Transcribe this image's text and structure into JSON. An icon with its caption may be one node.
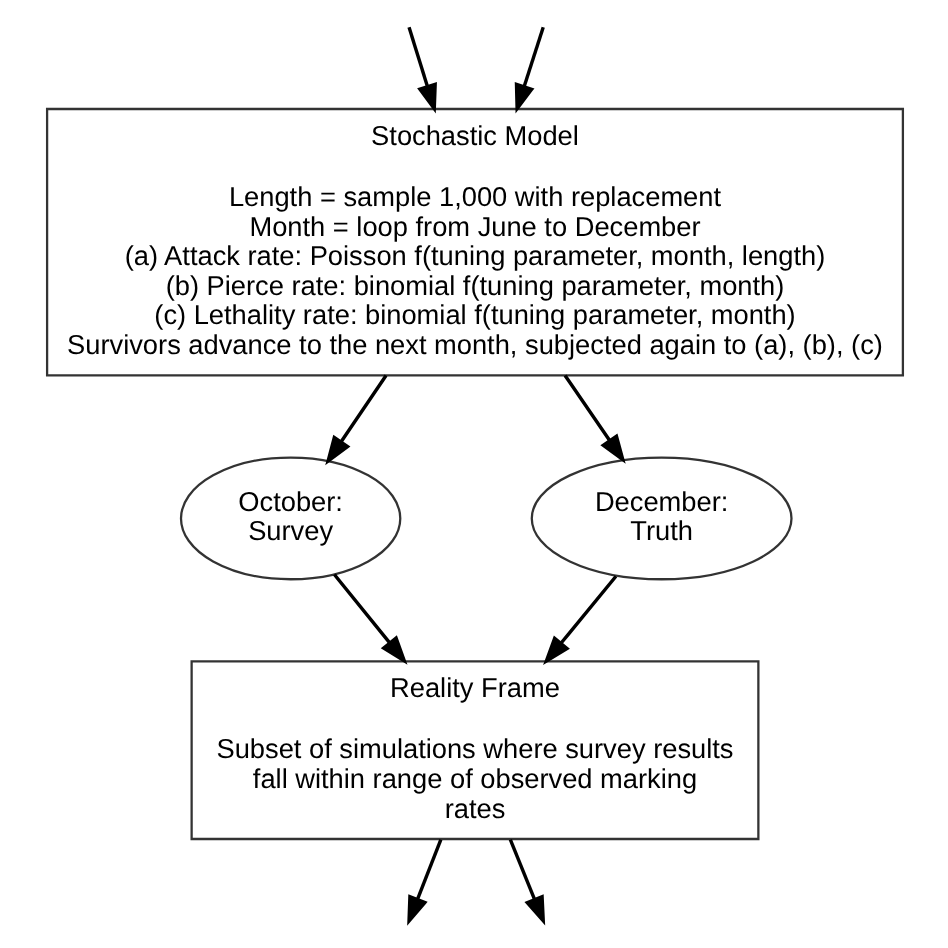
{
  "diagram": {
    "nodes": [
      {
        "text": [
          "Stochastic Model",
          "Length = sample 1,000 with replacement",
          "Month = loop from June to December",
          "(a) Attack rate: Poisson f(tuning parameter, month, length)",
          "(b) Pierce rate: binomial f(tuning parameter, month)",
          "(c) Lethality rate: binomial f(tuning parameter, month)",
          "Survivors advance to the next month, subjected again to (a), (b), (c)"
        ]
      },
      {
        "text": [
          "October: Survey"
        ]
      },
      {
        "text": [
          "December: Truth"
        ]
      },
      {
        "text": [
          "Reality Frame",
          "Subset of simulations where survey results fall within range of observed marking rates"
        ]
      }
    ],
    "edges": [
      {
        "from": null,
        "to": 0,
        "arrow": "to"
      },
      {
        "from": null,
        "to": 0,
        "arrow": "to"
      },
      {
        "from": 0,
        "to": 1,
        "arrow": "to"
      },
      {
        "from": 0,
        "to": 2,
        "arrow": "to"
      },
      {
        "from": 1,
        "to": 3,
        "arrow": "to"
      },
      {
        "from": 2,
        "to": 3,
        "arrow": "to"
      },
      {
        "from": 3,
        "to": null,
        "arrow": "to"
      },
      {
        "from": 3,
        "to": null,
        "arrow": "to"
      }
    ]
  }
}
